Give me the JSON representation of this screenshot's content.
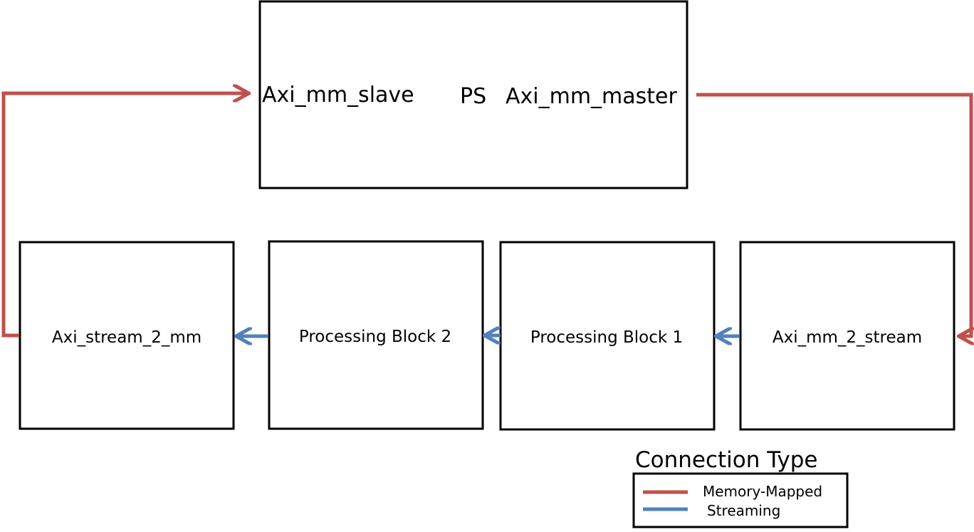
{
  "ps": {
    "title": "PS",
    "slave_port": "Axi_mm_slave",
    "master_port": "Axi_mm_master"
  },
  "blocks": [
    {
      "label": "Axi_stream_2_mm"
    },
    {
      "label": "Processing Block 2"
    },
    {
      "label": "Processing Block 1"
    },
    {
      "label": "Axi_mm_2_stream"
    }
  ],
  "legend": {
    "title": "Connection Type",
    "items": [
      {
        "label": "Memory-Mapped",
        "color": "#c0504d"
      },
      {
        "label": "Streaming",
        "color": "#4f81bd"
      }
    ]
  },
  "colors": {
    "memory_mapped": "#c0504d",
    "streaming": "#4f81bd",
    "box_border": "#000000"
  }
}
